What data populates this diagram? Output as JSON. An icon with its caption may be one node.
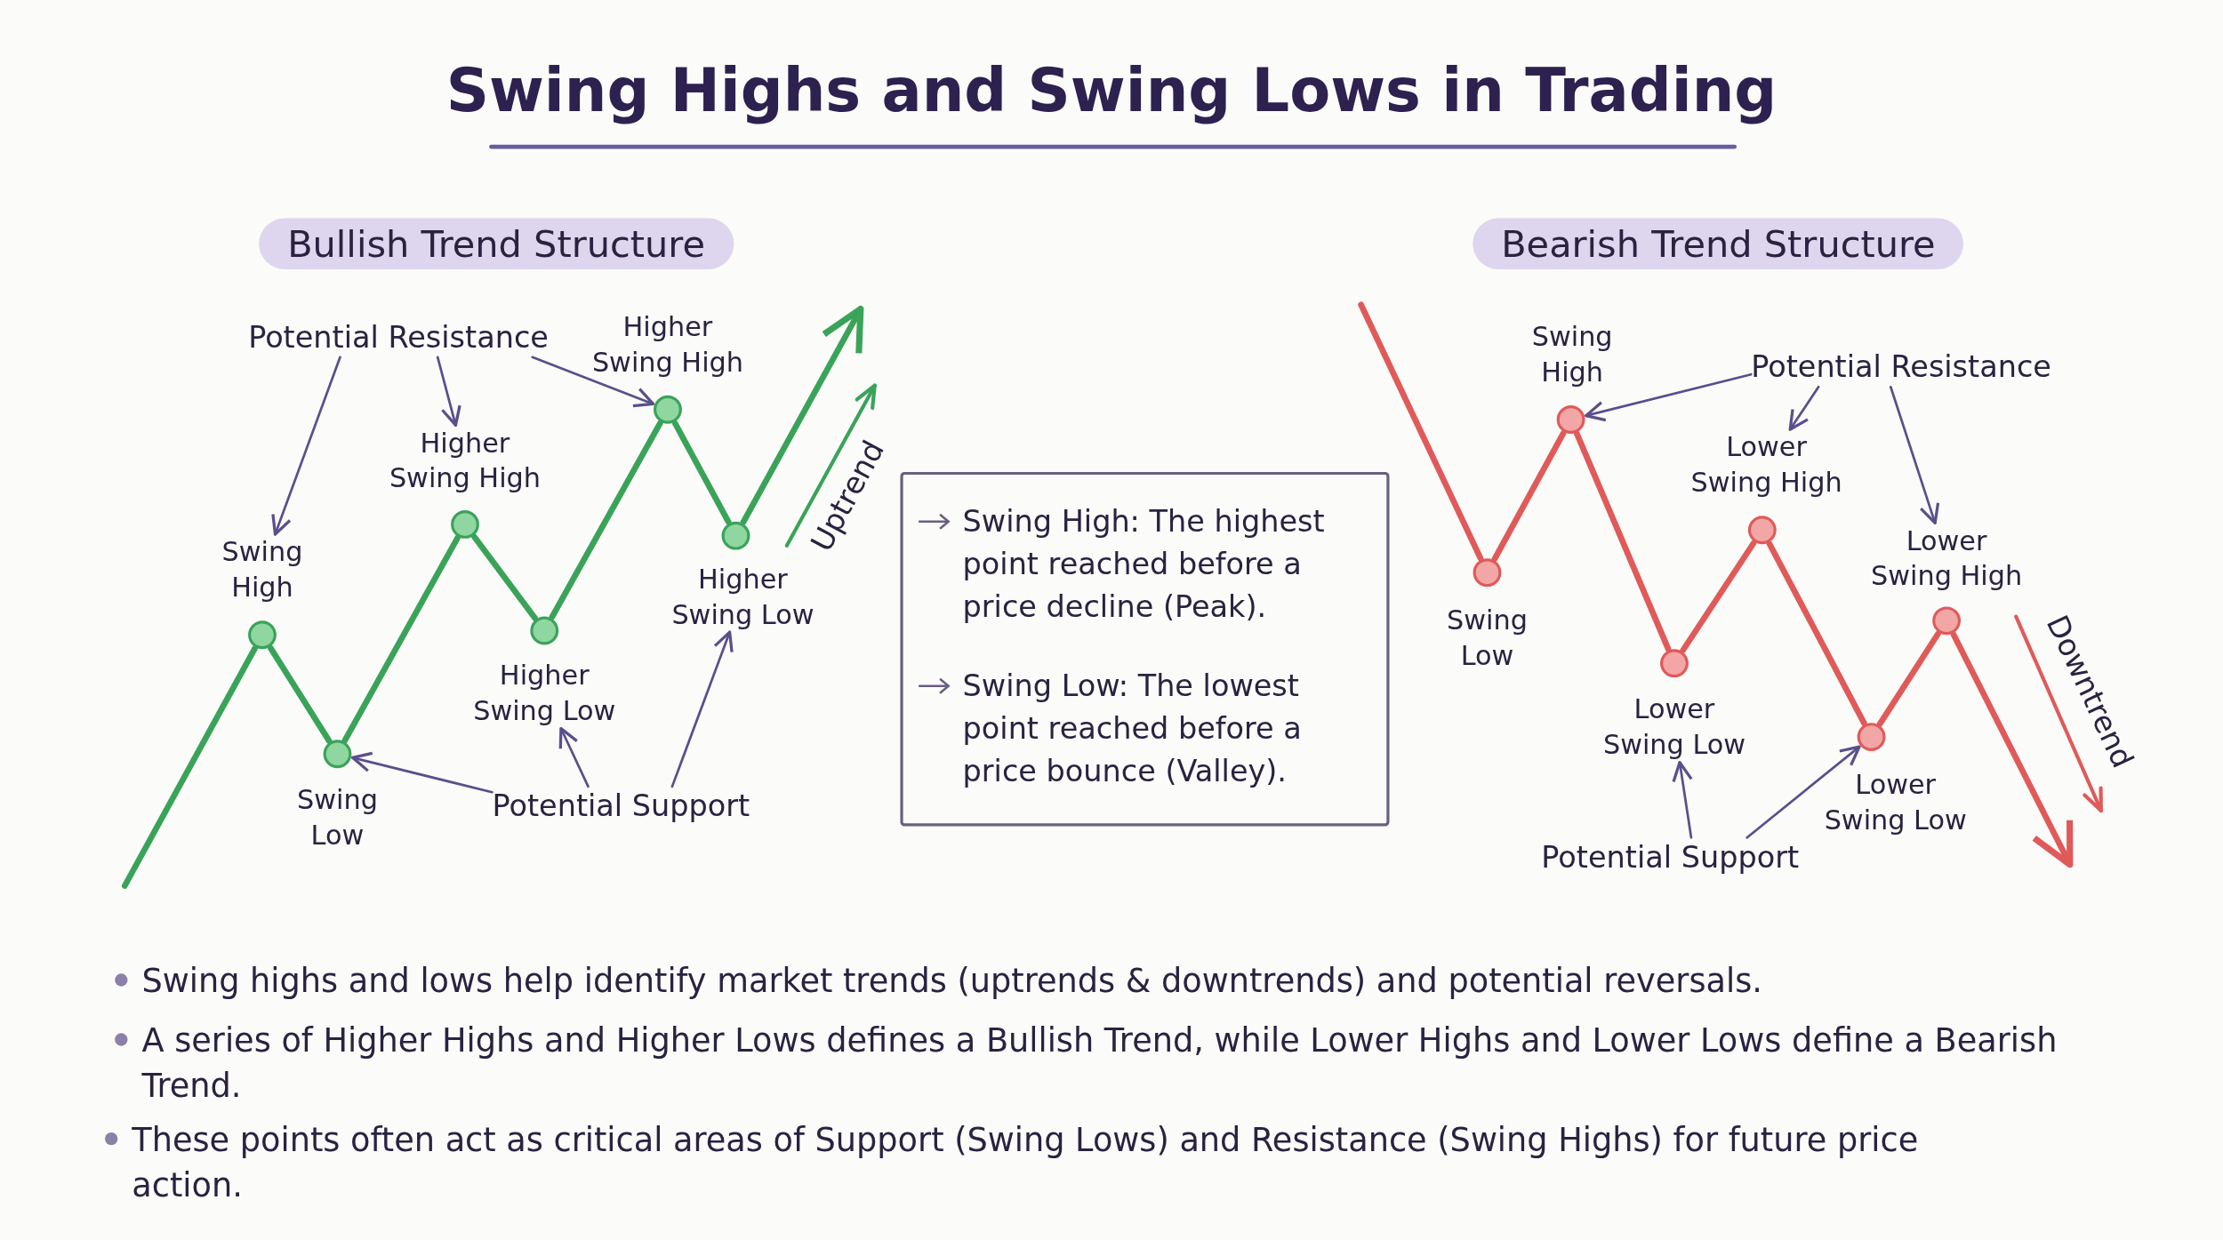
{
  "diagram": {
    "title": "Swing Highs and Swing Lows in Trading",
    "nodes": [
      {
        "text": [
          "Potential Resistance"
        ]
      },
      {
        "text": [
          "Potential Support"
        ]
      },
      {
        "text": [],
        "shape": "circle",
        "beside": [
          "Swing High"
        ]
      },
      {
        "text": [],
        "shape": "circle",
        "beside": [
          "Swing Low"
        ]
      },
      {
        "text": [],
        "shape": "circle",
        "beside": [
          "Higher Swing High"
        ]
      },
      {
        "text": [],
        "shape": "circle",
        "beside": [
          "Higher Swing Low"
        ]
      },
      {
        "text": [],
        "shape": "circle",
        "beside": [
          "Higher Swing High"
        ]
      },
      {
        "text": [],
        "shape": "circle",
        "beside": [
          "Higher Swing Low"
        ]
      },
      {
        "text": [
          "Swing High: The highest point reached before a price decline (Peak).",
          "Swing Low: The lowest point reached before a price bounce (Valley)."
        ]
      },
      {
        "text": [
          "Potential Resistance"
        ]
      },
      {
        "text": [
          "Potential Support"
        ]
      },
      {
        "text": [],
        "shape": "circle",
        "beside": [
          "Swing Low"
        ]
      },
      {
        "text": [],
        "shape": "circle",
        "beside": [
          "Swing High"
        ]
      },
      {
        "text": [],
        "shape": "circle",
        "beside": [
          "Lower Swing Low"
        ]
      },
      {
        "text": [],
        "shape": "circle",
        "beside": [
          "Lower Swing High"
        ]
      },
      {
        "text": [],
        "shape": "circle",
        "beside": [
          "Lower Swing Low"
        ]
      },
      {
        "text": [],
        "shape": "circle",
        "beside": [
          "Lower Swing High"
        ]
      }
    ],
    "edges": [
      {
        "from": null,
        "to": 2,
        "arrow": "none",
        "color": "#3aa35a"
      },
      {
        "from": 2,
        "to": 3,
        "arrow": "none",
        "color": "#3aa35a"
      },
      {
        "from": 3,
        "to": 4,
        "arrow": "none",
        "color": "#3aa35a"
      },
      {
        "from": 4,
        "to": 5,
        "arrow": "none",
        "color": "#3aa35a"
      },
      {
        "from": 5,
        "to": 6,
        "arrow": "none",
        "color": "#3aa35a"
      },
      {
        "from": 6,
        "to": 7,
        "arrow": "none",
        "color": "#3aa35a"
      },
      {
        "from": 7,
        "to": null,
        "arrow": "to",
        "color": "#3aa35a"
      },
      {
        "from": 0,
        "to": 2,
        "arrow": "to"
      },
      {
        "from": 0,
        "to": 4,
        "arrow": "to"
      },
      {
        "from": 0,
        "to": 6,
        "arrow": "to"
      },
      {
        "from": 1,
        "to": 3,
        "arrow": "to"
      },
      {
        "from": 1,
        "to": 5,
        "arrow": "to"
      },
      {
        "from": 1,
        "to": 7,
        "arrow": "to"
      },
      {
        "from": null,
        "to": 11,
        "arrow": "none",
        "color": "#e05a5a"
      },
      {
        "from": 11,
        "to": 12,
        "arrow": "none",
        "color": "#e05a5a"
      },
      {
        "from": 12,
        "to": 13,
        "arrow": "none",
        "color": "#e05a5a"
      },
      {
        "from": 13,
        "to": 14,
        "arrow": "none",
        "color": "#e05a5a"
      },
      {
        "from": 14,
        "to": 15,
        "arrow": "none",
        "color": "#e05a5a"
      },
      {
        "from": 15,
        "to": 16,
        "arrow": "none",
        "color": "#e05a5a"
      },
      {
        "from": 16,
        "to": null,
        "arrow": "to",
        "color": "#e05a5a"
      },
      {
        "from": 9,
        "to": 12,
        "arrow": "to"
      },
      {
        "from": 9,
        "to": 14,
        "arrow": "to"
      },
      {
        "from": 9,
        "to": 16,
        "arrow": "to"
      },
      {
        "from": 10,
        "to": 13,
        "arrow": "to"
      },
      {
        "from": 10,
        "to": 15,
        "arrow": "to"
      }
    ],
    "labels": [
      "Bullish Trend Structure",
      "Uptrend",
      "Bearish Trend Structure",
      "Downtrend",
      "Swing highs and lows help identify market trends (uptrends & downtrends) and potential reversals.",
      "A series of Higher Highs and Higher Lows defines a Bullish Trend, while Lower Highs and Lower Lows define a Bearish Trend.",
      "These points often act as critical areas of Support (Swing Lows) and Resistance (Swing Highs) for future price action."
    ]
  }
}
